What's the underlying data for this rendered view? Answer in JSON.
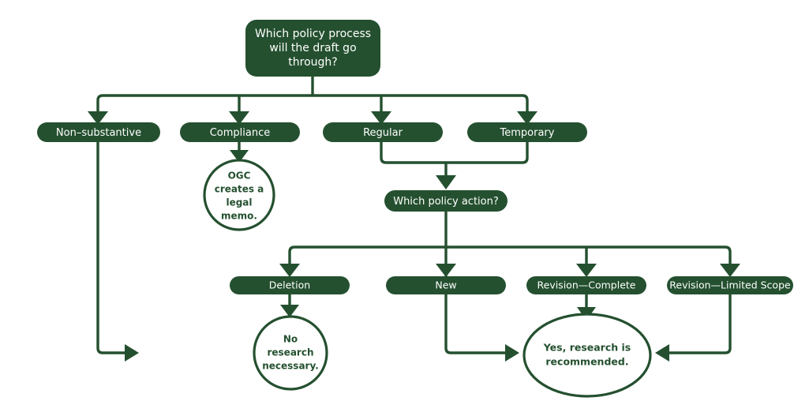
{
  "diagram": {
    "title": "Policy process research decision flowchart",
    "colors": {
      "node_fill": "#24502F",
      "node_text": "#ffffff",
      "terminal_text": "#24502F",
      "terminal_fill": "#ffffff",
      "edge": "#24502F",
      "background": "#ffffff"
    },
    "nodes": {
      "root": {
        "id": "which-policy-process",
        "shape": "rounded-rect",
        "lines": [
          "Which policy process",
          "will the draft go",
          "through?"
        ],
        "text": "Which policy process will the draft go through?"
      },
      "process_types": [
        {
          "id": "non-substantive",
          "shape": "pill",
          "label": "Non–substantive"
        },
        {
          "id": "compliance",
          "shape": "pill",
          "label": "Compliance"
        },
        {
          "id": "regular",
          "shape": "pill",
          "label": "Regular"
        },
        {
          "id": "temporary",
          "shape": "pill",
          "label": "Temporary"
        }
      ],
      "ogc_memo": {
        "id": "ogc-creates-legal-memo",
        "shape": "circle",
        "lines": [
          "OGC",
          "creates a",
          "legal",
          "memo."
        ],
        "text": "OGC creates a legal memo."
      },
      "policy_action": {
        "id": "which-policy-action",
        "shape": "pill",
        "label": "Which policy action?"
      },
      "actions": [
        {
          "id": "deletion",
          "shape": "pill",
          "label": "Deletion"
        },
        {
          "id": "new",
          "shape": "pill",
          "label": "New"
        },
        {
          "id": "revision-complete",
          "shape": "pill",
          "label": "Revision—Complete"
        },
        {
          "id": "revision-limited-scope",
          "shape": "pill",
          "label": "Revision—Limited Scope"
        }
      ],
      "no_research": {
        "id": "no-research-necessary",
        "shape": "circle",
        "lines": [
          "No",
          "research",
          "necessary."
        ],
        "text": "No research necessary."
      },
      "yes_research": {
        "id": "yes-research-recommended",
        "shape": "ellipse",
        "lines": [
          "Yes, research is",
          "recommended."
        ],
        "text": "Yes, research is recommended."
      }
    },
    "edges": [
      {
        "from": "which-policy-process",
        "to": "non-substantive"
      },
      {
        "from": "which-policy-process",
        "to": "compliance"
      },
      {
        "from": "which-policy-process",
        "to": "regular"
      },
      {
        "from": "which-policy-process",
        "to": "temporary"
      },
      {
        "from": "compliance",
        "to": "ogc-creates-legal-memo"
      },
      {
        "from": "regular",
        "to": "which-policy-action"
      },
      {
        "from": "temporary",
        "to": "which-policy-action"
      },
      {
        "from": "which-policy-action",
        "to": "deletion"
      },
      {
        "from": "which-policy-action",
        "to": "new"
      },
      {
        "from": "which-policy-action",
        "to": "revision-complete"
      },
      {
        "from": "which-policy-action",
        "to": "revision-limited-scope"
      },
      {
        "from": "non-substantive",
        "to": "no-research-necessary"
      },
      {
        "from": "deletion",
        "to": "no-research-necessary"
      },
      {
        "from": "new",
        "to": "yes-research-recommended"
      },
      {
        "from": "revision-complete",
        "to": "yes-research-recommended"
      },
      {
        "from": "revision-limited-scope",
        "to": "yes-research-recommended"
      }
    ]
  }
}
